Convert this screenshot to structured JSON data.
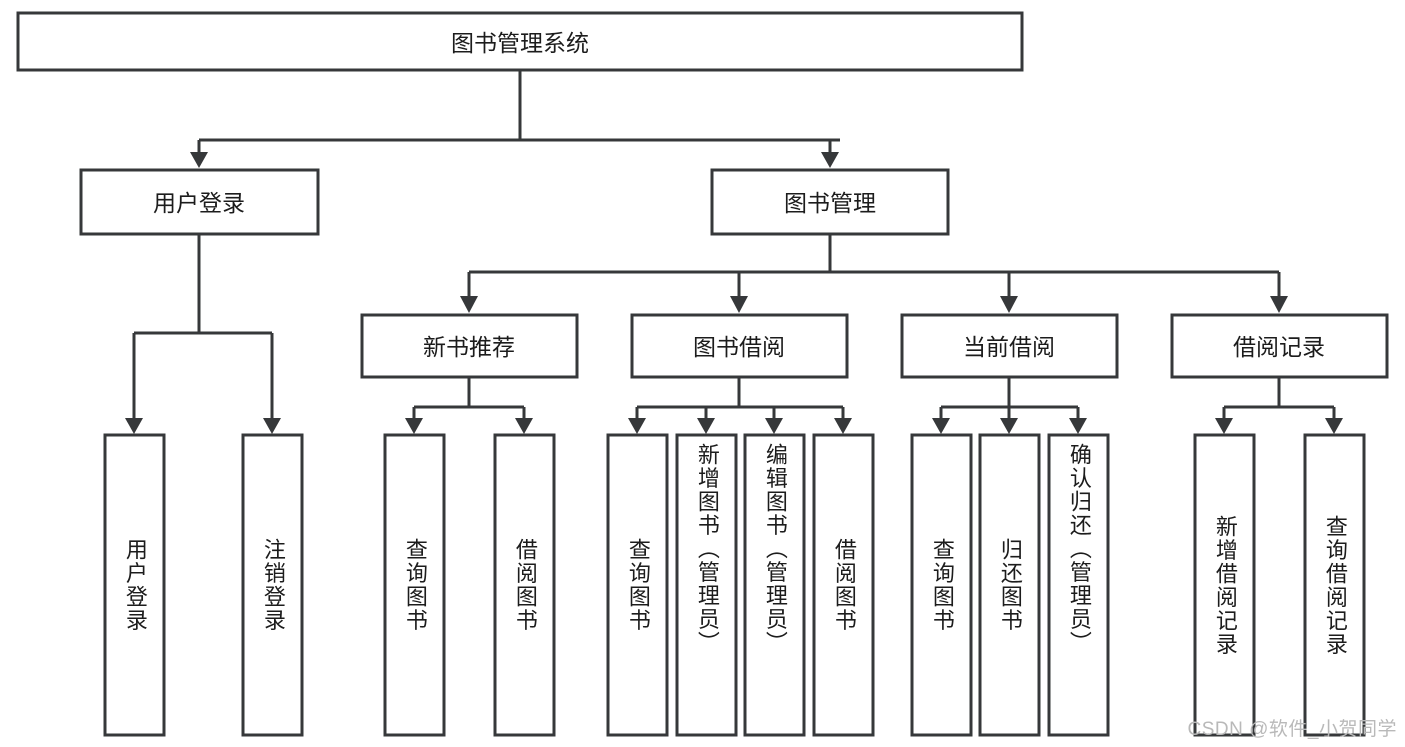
{
  "diagram": {
    "type": "tree",
    "title": "图书管理系统",
    "watermark": "CSDN @软件_小贺同学",
    "colors": {
      "box_stroke": "#36383a",
      "box_fill": "#ffffff",
      "text": "#1c1c1c",
      "watermark": "#b9b9b9",
      "background": "#ffffff"
    },
    "root": {
      "label": "图书管理系统"
    },
    "level2": [
      {
        "label": "用户登录"
      },
      {
        "label": "图书管理"
      }
    ],
    "level3": [
      {
        "label": "新书推荐"
      },
      {
        "label": "图书借阅"
      },
      {
        "label": "当前借阅"
      },
      {
        "label": "借阅记录"
      }
    ],
    "leaves": {
      "user_login": [
        {
          "label": "用户登录"
        },
        {
          "label": "注销登录"
        }
      ],
      "new_book_recommend": [
        {
          "label": "查询图书"
        },
        {
          "label": "借阅图书"
        }
      ],
      "book_borrow": [
        {
          "label": "查询图书"
        },
        {
          "label": "新增图书（管理员）"
        },
        {
          "label": "编辑图书（管理员）"
        },
        {
          "label": "借阅图书"
        }
      ],
      "current_borrow": [
        {
          "label": "查询图书"
        },
        {
          "label": "归还图书"
        },
        {
          "label": "确认归还（管理员）"
        }
      ],
      "borrow_records": [
        {
          "label": "新增借阅记录"
        },
        {
          "label": "查询借阅记录"
        }
      ]
    }
  }
}
